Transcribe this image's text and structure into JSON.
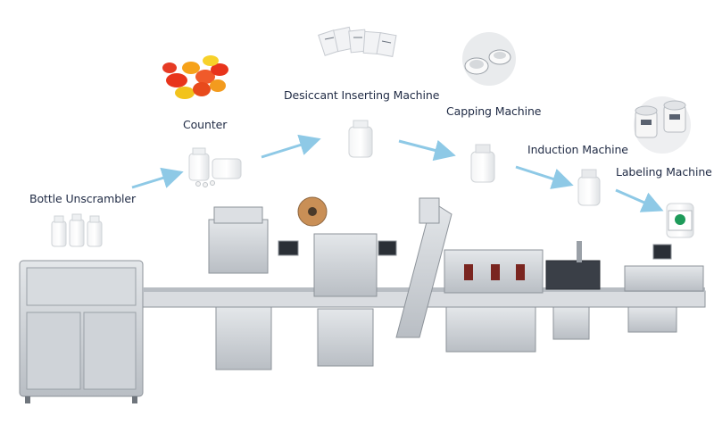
{
  "stages": {
    "bottle_unscrambler": "Bottle Unscrambler",
    "counter": "Counter",
    "desiccant_inserting": "Desiccant Inserting Machine",
    "capping": "Capping Machine",
    "induction": "Induction Machine",
    "labeling": "Labeling Machine"
  },
  "colors": {
    "arrow": "#8ec9e6",
    "steel": "#c9cdd2",
    "steel_dark": "#8d939a",
    "label_text": "#1f2a44"
  },
  "icons": [
    "gummy-candies-icon",
    "desiccant-packets-icon",
    "bottle-caps-icon",
    "label-rolls-icon",
    "white-bottle-icon",
    "pill-bottle-icon",
    "labeled-bottle-icon"
  ]
}
